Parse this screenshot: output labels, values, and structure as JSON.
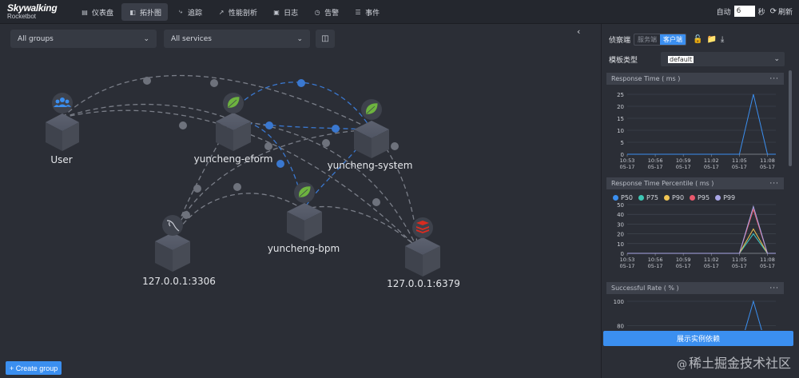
{
  "brand": {
    "line1": "Skywalking",
    "line2": "Rocketbot"
  },
  "nav": [
    {
      "label": "仪表盘",
      "icon": "dashboard-icon",
      "active": false
    },
    {
      "label": "拓扑图",
      "icon": "topology-icon",
      "active": true
    },
    {
      "label": "追踪",
      "icon": "trace-icon",
      "active": false
    },
    {
      "label": "性能剖析",
      "icon": "profile-icon",
      "active": false
    },
    {
      "label": "日志",
      "icon": "log-icon",
      "active": false
    },
    {
      "label": "告警",
      "icon": "alarm-icon",
      "active": false
    },
    {
      "label": "事件",
      "icon": "event-icon",
      "active": false
    }
  ],
  "header": {
    "auto_label": "自动",
    "auto_value": "6",
    "unit": "秒",
    "refresh_label": "刷新"
  },
  "filters": {
    "groups": "All groups",
    "services": "All services"
  },
  "topology": {
    "nodes": [
      {
        "id": "user",
        "label": "User",
        "icon": "users-icon"
      },
      {
        "id": "eform",
        "label": "yuncheng-eform",
        "icon": "spring-icon"
      },
      {
        "id": "system",
        "label": "yuncheng-system",
        "icon": "spring-icon"
      },
      {
        "id": "bpm",
        "label": "yuncheng-bpm",
        "icon": "spring-icon"
      },
      {
        "id": "mysql",
        "label": "127.0.0.1:3306",
        "icon": "mysql-icon"
      },
      {
        "id": "redis",
        "label": "127.0.0.1:6379",
        "icon": "redis-icon"
      }
    ]
  },
  "create_group_label": "+ Create group",
  "panel": {
    "title": "侦察端",
    "mode_server": "服务端",
    "mode_client": "客户端",
    "template_label": "模板类型",
    "template_value": "default",
    "show_button": "展示实例依赖"
  },
  "chart_data": [
    {
      "type": "line",
      "title": "Response Time ( ms )",
      "categories": [
        "10:53\n05-17",
        "10:56\n05-17",
        "10:59\n05-17",
        "11:02\n05-17",
        "11:05\n05-17",
        "11:08\n05-17"
      ],
      "x": [
        0,
        1,
        2,
        3,
        4,
        4.5,
        5,
        5.3
      ],
      "ylim": [
        0,
        25
      ],
      "yticks": [
        0,
        5,
        10,
        15,
        20,
        25
      ],
      "series": [
        {
          "color": "#3b8ff0",
          "values": [
            0,
            0,
            0,
            0,
            0,
            25,
            0,
            0
          ]
        }
      ],
      "grid": true
    },
    {
      "type": "line",
      "title": "Response Time Percentile ( ms )",
      "categories": [
        "10:53\n05-17",
        "10:56\n05-17",
        "10:59\n05-17",
        "11:02\n05-17",
        "11:05\n05-17",
        "11:08\n05-17"
      ],
      "x": [
        0,
        1,
        2,
        3,
        4,
        4.5,
        5,
        5.3
      ],
      "ylim": [
        0,
        50
      ],
      "yticks": [
        0,
        10,
        20,
        30,
        40,
        50
      ],
      "series": [
        {
          "name": "P50",
          "color": "#3b8ff0",
          "values": [
            0,
            0,
            0,
            0,
            0,
            20,
            0,
            0
          ]
        },
        {
          "name": "P75",
          "color": "#3ec6b4",
          "values": [
            0,
            0,
            0,
            0,
            0,
            20,
            0,
            0
          ]
        },
        {
          "name": "P90",
          "color": "#f0c553",
          "values": [
            0,
            0,
            0,
            0,
            0,
            25,
            0,
            0
          ]
        },
        {
          "name": "P95",
          "color": "#e8586c",
          "values": [
            0,
            0,
            0,
            0,
            0,
            45,
            0,
            0
          ]
        },
        {
          "name": "P99",
          "color": "#a9a6e6",
          "values": [
            0,
            0,
            0,
            0,
            0,
            48,
            0,
            0
          ]
        }
      ],
      "grid": true
    },
    {
      "type": "line",
      "title": "Successful Rate ( % )",
      "x": [
        0,
        1,
        2,
        3,
        4,
        4.5,
        5,
        5.3
      ],
      "ylim": [
        60,
        100
      ],
      "yticks": [
        80,
        100
      ],
      "series": [
        {
          "color": "#3b8ff0",
          "values": [
            60,
            60,
            60,
            60,
            60,
            100,
            60,
            60
          ]
        }
      ],
      "grid": true
    }
  ],
  "watermark": {
    "prefix": "@",
    "text": "稀土掘金技术社区"
  },
  "colors": {
    "accent": "#3b8ff0",
    "spring": "#6db33f",
    "redis": "#d82c20"
  }
}
